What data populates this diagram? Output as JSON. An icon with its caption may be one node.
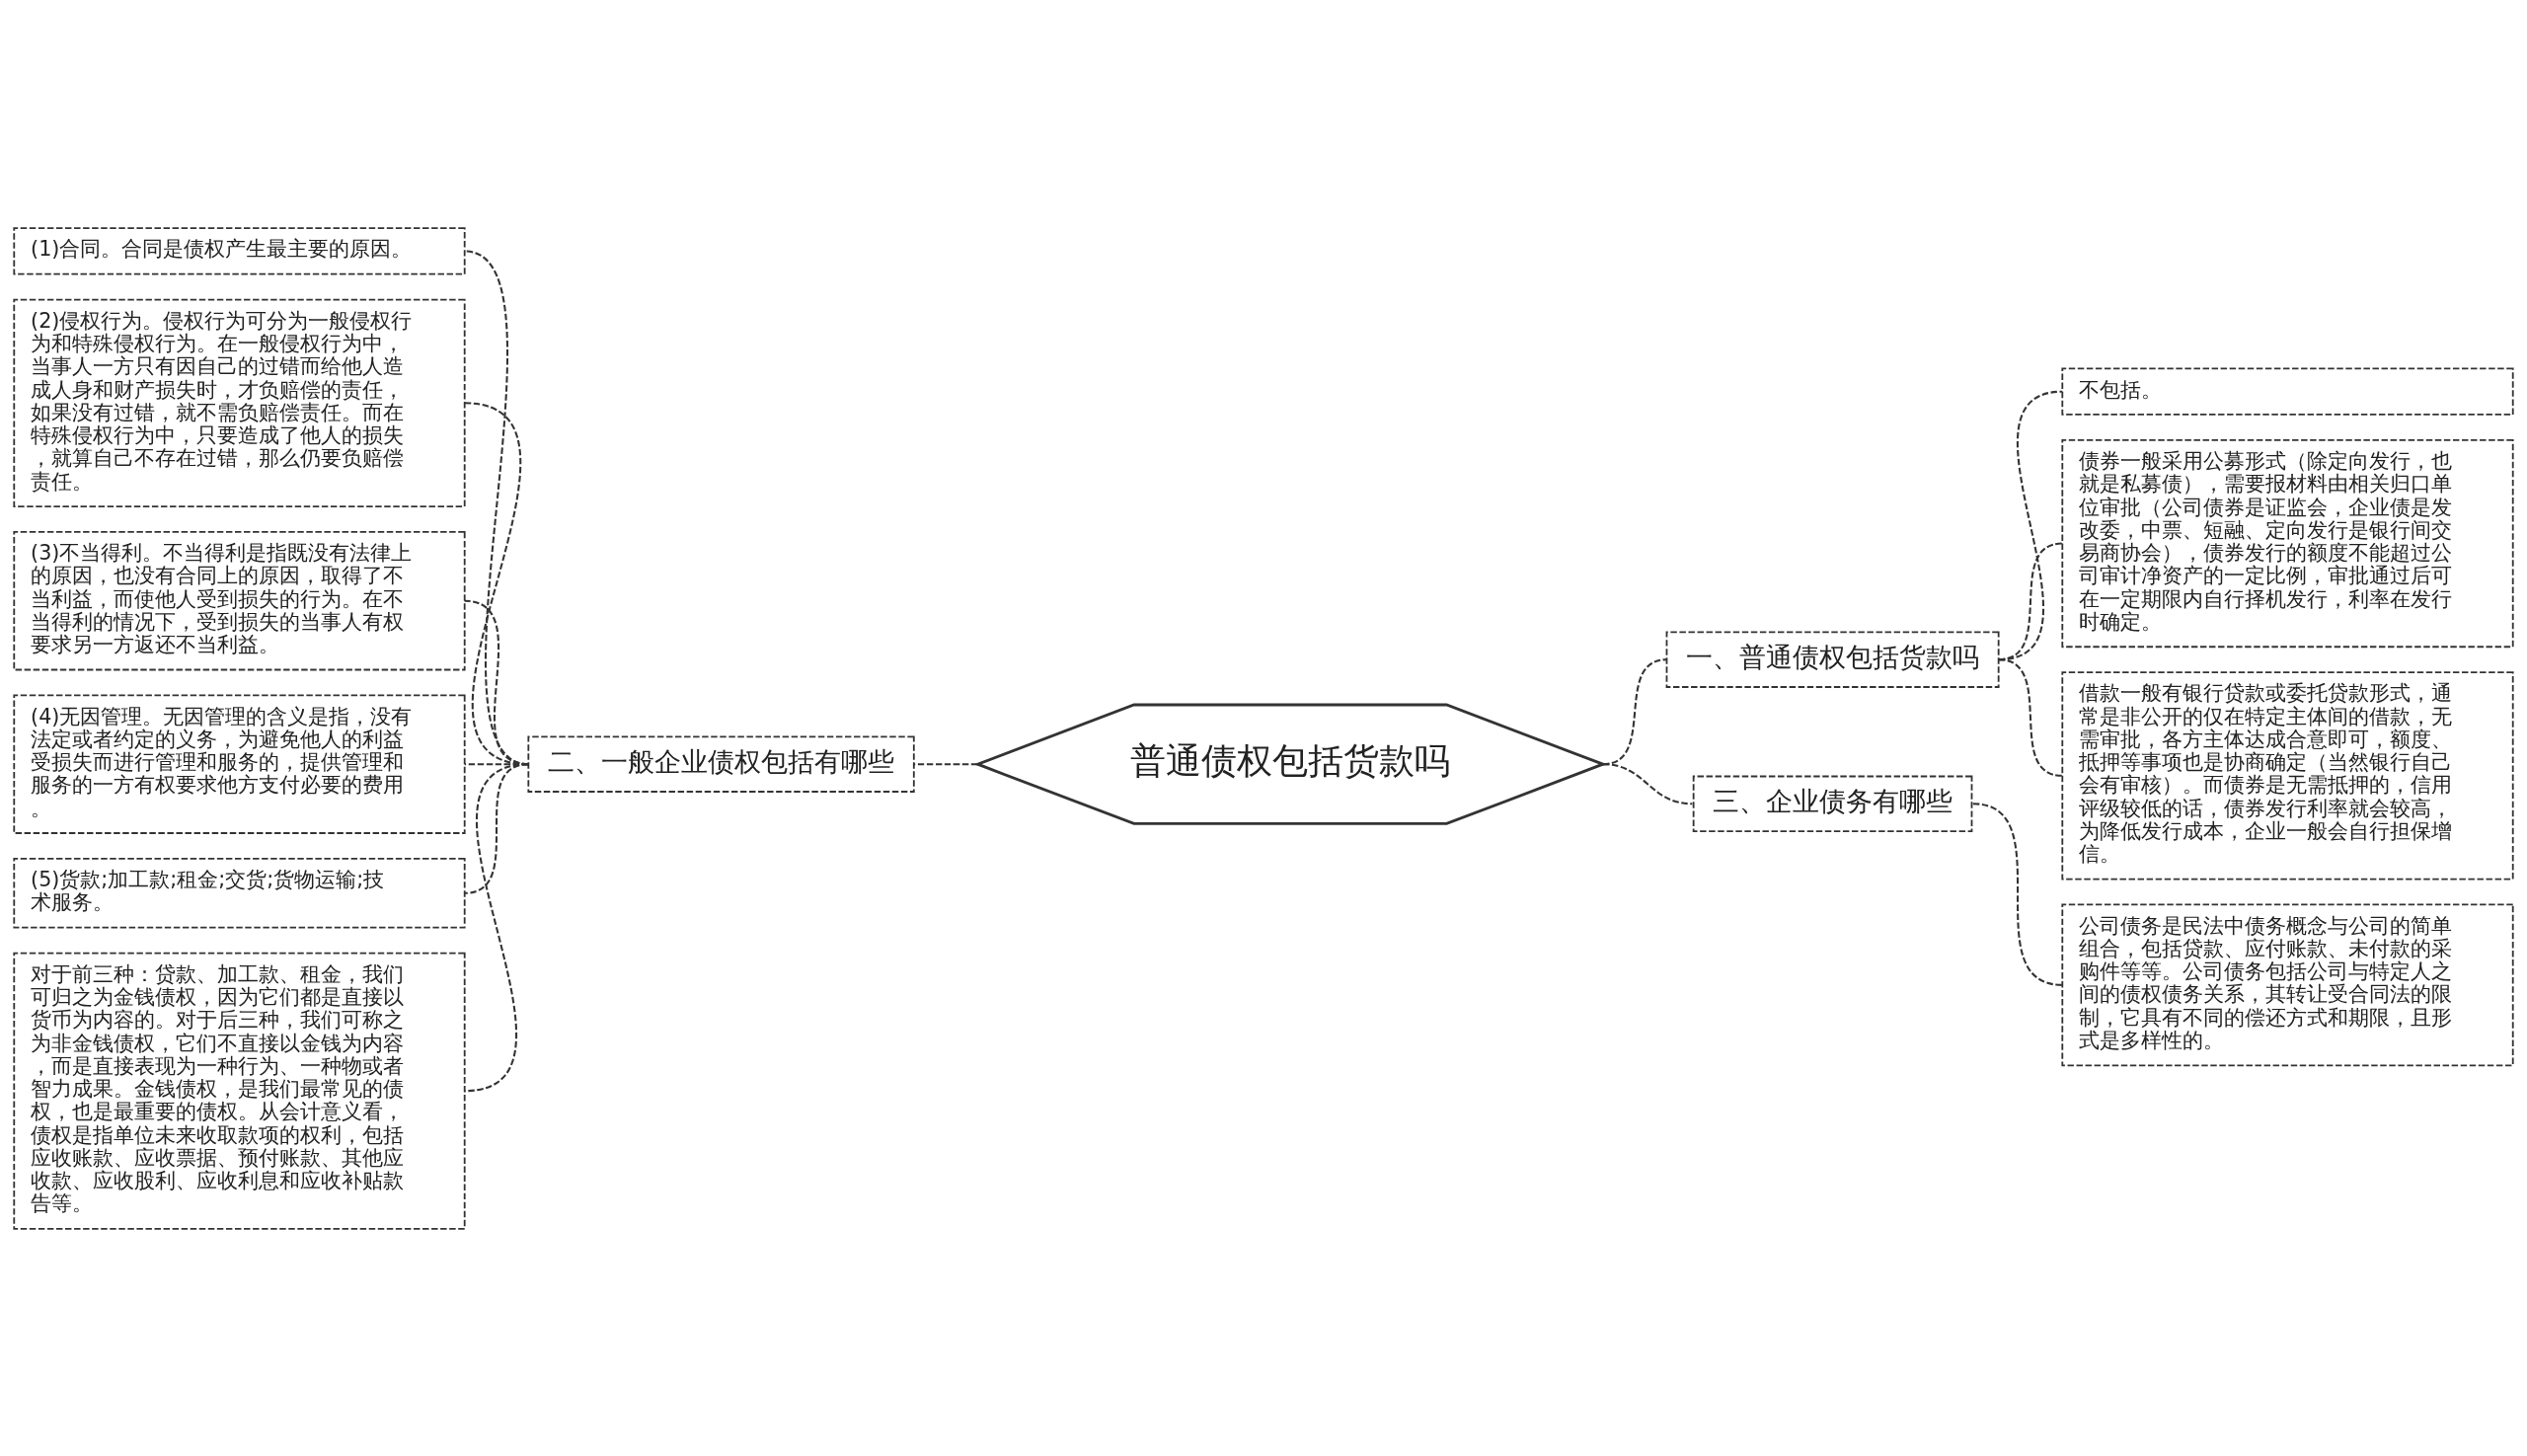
{
  "diagram": {
    "nodes": [
      {
        "text": [
          "普通债权包括货款吗"
        ]
      },
      {
        "text": [
          "一、普通债权包括货款吗"
        ]
      },
      {
        "text": [
          "不包括。"
        ]
      },
      {
        "text": [
          "债券一般采用公募形式（除定向发行，也就是私募债），需要报材料由相关归口单位审批（公司债券是证监会，企业债是发改委，中票、短融、定向发行是银行间交易商协会），债券发行的额度不能超过公司审计净资产的一定比例，审批通过后可在一定期限内自行择机发行，利率在发行时确定。"
        ]
      },
      {
        "text": [
          "借款一般有银行贷款或委托贷款形式，通常是非公开的仅在特定主体间的借款，无需审批，各方主体达成合意即可，额度、抵押等事项也是协商确定（当然银行自己会有审核）。而债券是无需抵押的，信用评级较低的话，债券发行利率就会较高，为降低发行成本，企业一般会自行担保增信。"
        ]
      },
      {
        "text": [
          "二、一般企业债权包括有哪些"
        ]
      },
      {
        "text": [
          "(1)合同。合同是债权产生最主要的原因。"
        ]
      },
      {
        "text": [
          "(2)侵权行为。侵权行为可分为一般侵权行为和特殊侵权行为。在一般侵权行为中，当事人一方只有因自己的过错而给他人造成人身和财产损失时，才负赔偿的责任，如果没有过错，就不需负赔偿责任。而在特殊侵权行为中，只要造成了他人的损失，就算自己不存在过错，那么仍要负赔偿责任。"
        ]
      },
      {
        "text": [
          "(3)不当得利。不当得利是指既没有法律上的原因，也没有合同上的原因，取得了不当利益，而使他人受到损失的行为。在不当得利的情况下，受到损失的当事人有权要求另一方返还不当利益。"
        ]
      },
      {
        "text": [
          "(4)无因管理。无因管理的含义是指，没有法定或者约定的义务，为避免他人的利益受损失而进行管理和服务的，提供管理和服务的一方有权要求他方支付必要的费用。"
        ]
      },
      {
        "text": [
          "(5)货款;加工款;租金;交货;货物运输;技术服务。"
        ]
      },
      {
        "text": [
          "对于前三种：贷款、加工款、租金，我们可归之为金钱债权，因为它们都是直接以货币为内容的。对于后三种，我们可称之为非金钱债权，它们不直接以金钱为内容，而是直接表现为一种行为、一种物或者智力成果。金钱债权，是我们最常见的债权，也是最重要的债权。从会计意义看，债权是指单位未来收取款项的权利，包括应收账款、应收票据、预付账款、其他应收款、应收股利、应收利息和应收补贴款告等。"
        ]
      },
      {
        "text": [
          "三、企业债务有哪些"
        ]
      },
      {
        "text": [
          "公司债务是民法中债务概念与公司的简单组合，包括贷款、应付账款、未付款的采购件等等。公司债务包括公司与特定人之间的债权债务关系，其转让受合同法的限制，它具有不同的偿还方式和期限，且形式是多样性的。"
        ]
      }
    ],
    "edges": [
      {
        "from": 0,
        "to": 1,
        "arrow": "none",
        "style": "dashed"
      },
      {
        "from": 1,
        "to": 2,
        "arrow": "none",
        "style": "dashed"
      },
      {
        "from": 1,
        "to": 3,
        "arrow": "none",
        "style": "dashed"
      },
      {
        "from": 1,
        "to": 4,
        "arrow": "none",
        "style": "dashed"
      },
      {
        "from": 0,
        "to": 5,
        "arrow": "none",
        "style": "dashed"
      },
      {
        "from": 5,
        "to": 6,
        "arrow": "none",
        "style": "dashed"
      },
      {
        "from": 5,
        "to": 7,
        "arrow": "none",
        "style": "dashed"
      },
      {
        "from": 5,
        "to": 8,
        "arrow": "none",
        "style": "dashed"
      },
      {
        "from": 5,
        "to": 9,
        "arrow": "none",
        "style": "dashed"
      },
      {
        "from": 5,
        "to": 10,
        "arrow": "none",
        "style": "dashed"
      },
      {
        "from": 5,
        "to": 11,
        "arrow": "none",
        "style": "dashed"
      },
      {
        "from": 0,
        "to": 12,
        "arrow": "none",
        "style": "dashed"
      },
      {
        "from": 12,
        "to": 13,
        "arrow": "none",
        "style": "dashed"
      }
    ]
  }
}
